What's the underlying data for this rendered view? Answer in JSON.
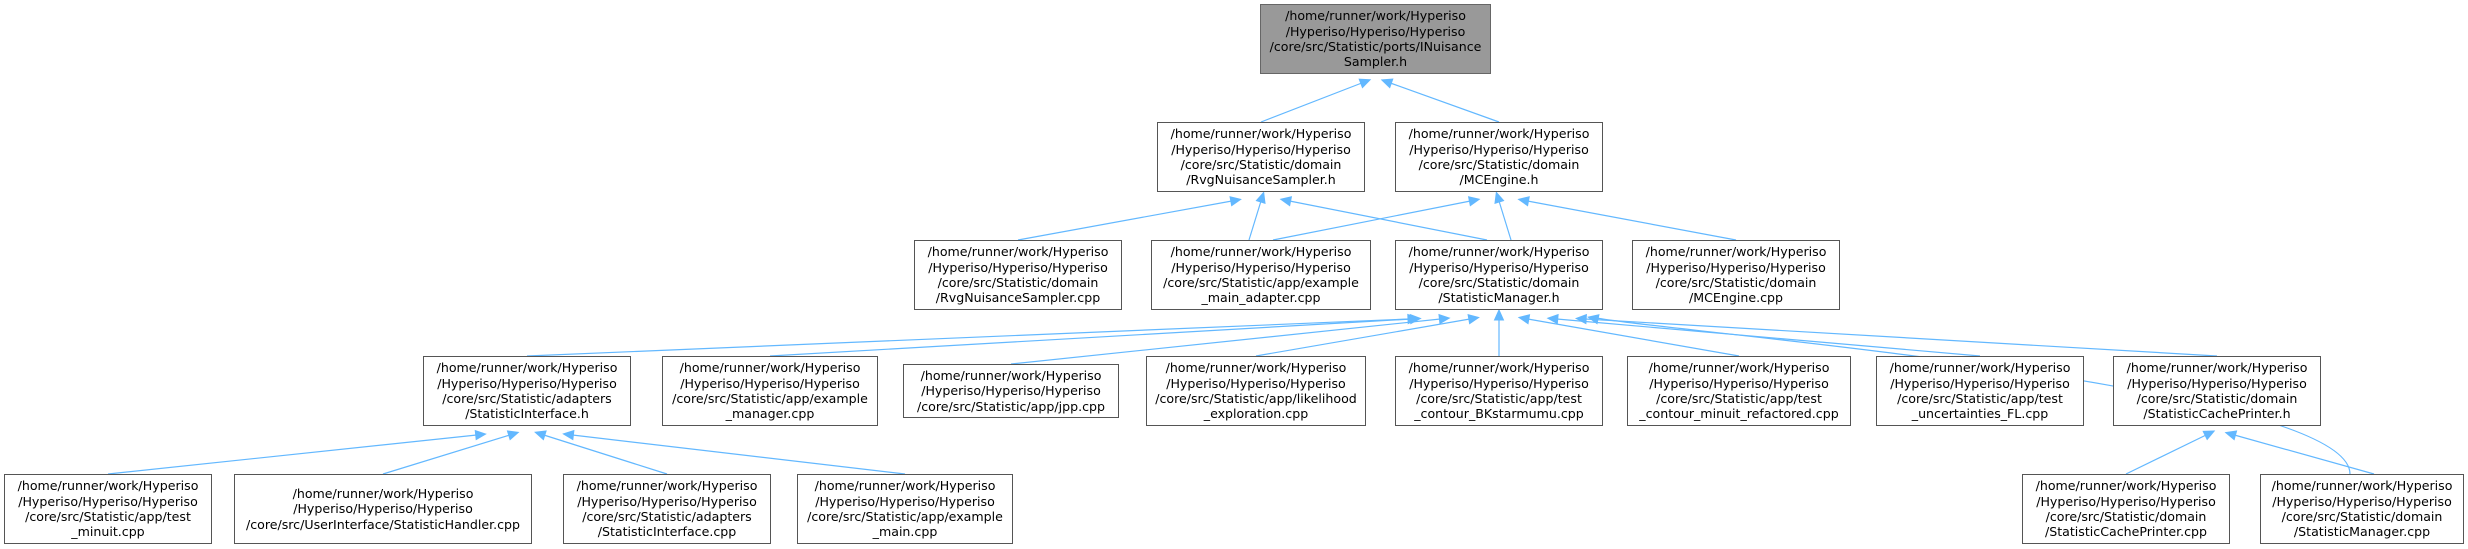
{
  "colors": {
    "edge": "#63b8ff",
    "border": "#555555",
    "root_fill": "#999999",
    "node_fill": "#ffffff"
  },
  "nodes": {
    "inuisance_sampler_h": "/home/runner/work/Hyperiso\n/Hyperiso/Hyperiso/Hyperiso\n/core/src/Statistic/ports/INuisance\nSampler.h",
    "rvg_nuisance_sampler_h": "/home/runner/work/Hyperiso\n/Hyperiso/Hyperiso/Hyperiso\n/core/src/Statistic/domain\n/RvgNuisanceSampler.h",
    "mcengine_h": "/home/runner/work/Hyperiso\n/Hyperiso/Hyperiso/Hyperiso\n/core/src/Statistic/domain\n/MCEngine.h",
    "rvg_nuisance_sampler_cpp": "/home/runner/work/Hyperiso\n/Hyperiso/Hyperiso/Hyperiso\n/core/src/Statistic/domain\n/RvgNuisanceSampler.cpp",
    "example_main_adapter_cpp": "/home/runner/work/Hyperiso\n/Hyperiso/Hyperiso/Hyperiso\n/core/src/Statistic/app/example\n_main_adapter.cpp",
    "statistic_manager_h": "/home/runner/work/Hyperiso\n/Hyperiso/Hyperiso/Hyperiso\n/core/src/Statistic/domain\n/StatisticManager.h",
    "mcengine_cpp": "/home/runner/work/Hyperiso\n/Hyperiso/Hyperiso/Hyperiso\n/core/src/Statistic/domain\n/MCEngine.cpp",
    "statistic_interface_h": "/home/runner/work/Hyperiso\n/Hyperiso/Hyperiso/Hyperiso\n/core/src/Statistic/adapters\n/StatisticInterface.h",
    "example_manager_cpp": "/home/runner/work/Hyperiso\n/Hyperiso/Hyperiso/Hyperiso\n/core/src/Statistic/app/example\n_manager.cpp",
    "jpp_cpp": "/home/runner/work/Hyperiso\n/Hyperiso/Hyperiso/Hyperiso\n/core/src/Statistic/app/jpp.cpp",
    "likelihood_exploration_cpp": "/home/runner/work/Hyperiso\n/Hyperiso/Hyperiso/Hyperiso\n/core/src/Statistic/app/likelihood\n_exploration.cpp",
    "test_contour_bkstarmumu_cpp": "/home/runner/work/Hyperiso\n/Hyperiso/Hyperiso/Hyperiso\n/core/src/Statistic/app/test\n_contour_BKstarmumu.cpp",
    "test_contour_minuit_refactored_cpp": "/home/runner/work/Hyperiso\n/Hyperiso/Hyperiso/Hyperiso\n/core/src/Statistic/app/test\n_contour_minuit_refactored.cpp",
    "test_uncertainties_fl_cpp": "/home/runner/work/Hyperiso\n/Hyperiso/Hyperiso/Hyperiso\n/core/src/Statistic/app/test\n_uncertainties_FL.cpp",
    "statistic_cache_printer_h": "/home/runner/work/Hyperiso\n/Hyperiso/Hyperiso/Hyperiso\n/core/src/Statistic/domain\n/StatisticCachePrinter.h",
    "test_minuit_cpp": "/home/runner/work/Hyperiso\n/Hyperiso/Hyperiso/Hyperiso\n/core/src/Statistic/app/test\n_minuit.cpp",
    "statistic_handler_cpp": "/home/runner/work/Hyperiso\n/Hyperiso/Hyperiso/Hyperiso\n/core/src/UserInterface/StatisticHandler.cpp",
    "statistic_interface_cpp": "/home/runner/work/Hyperiso\n/Hyperiso/Hyperiso/Hyperiso\n/core/src/Statistic/adapters\n/StatisticInterface.cpp",
    "example_main_cpp": "/home/runner/work/Hyperiso\n/Hyperiso/Hyperiso/Hyperiso\n/core/src/Statistic/app/example\n_main.cpp",
    "statistic_cache_printer_cpp": "/home/runner/work/Hyperiso\n/Hyperiso/Hyperiso/Hyperiso\n/core/src/Statistic/domain\n/StatisticCachePrinter.cpp",
    "statistic_manager_cpp": "/home/runner/work/Hyperiso\n/Hyperiso/Hyperiso/Hyperiso\n/core/src/Statistic/domain\n/StatisticManager.cpp"
  },
  "edges": [
    [
      "rvg_nuisance_sampler_h",
      "inuisance_sampler_h"
    ],
    [
      "mcengine_h",
      "inuisance_sampler_h"
    ],
    [
      "rvg_nuisance_sampler_cpp",
      "rvg_nuisance_sampler_h"
    ],
    [
      "example_main_adapter_cpp",
      "rvg_nuisance_sampler_h"
    ],
    [
      "statistic_manager_h",
      "rvg_nuisance_sampler_h"
    ],
    [
      "example_main_adapter_cpp",
      "mcengine_h"
    ],
    [
      "statistic_manager_h",
      "mcengine_h"
    ],
    [
      "mcengine_cpp",
      "mcengine_h"
    ],
    [
      "statistic_interface_h",
      "statistic_manager_h"
    ],
    [
      "example_manager_cpp",
      "statistic_manager_h"
    ],
    [
      "jpp_cpp",
      "statistic_manager_h"
    ],
    [
      "likelihood_exploration_cpp",
      "statistic_manager_h"
    ],
    [
      "test_contour_bkstarmumu_cpp",
      "statistic_manager_h"
    ],
    [
      "test_contour_minuit_refactored_cpp",
      "statistic_manager_h"
    ],
    [
      "test_uncertainties_fl_cpp",
      "statistic_manager_h"
    ],
    [
      "statistic_cache_printer_h",
      "statistic_manager_h"
    ],
    [
      "statistic_manager_cpp",
      "statistic_manager_h"
    ],
    [
      "test_minuit_cpp",
      "statistic_interface_h"
    ],
    [
      "statistic_handler_cpp",
      "statistic_interface_h"
    ],
    [
      "statistic_interface_cpp",
      "statistic_interface_h"
    ],
    [
      "example_main_cpp",
      "statistic_interface_h"
    ],
    [
      "statistic_cache_printer_cpp",
      "statistic_cache_printer_h"
    ],
    [
      "statistic_manager_cpp",
      "statistic_cache_printer_h"
    ]
  ]
}
